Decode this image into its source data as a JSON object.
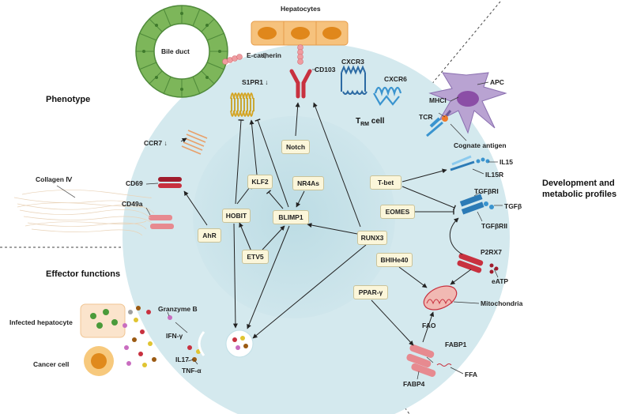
{
  "sections": {
    "phenotype": "Phenotype",
    "effector": "Effector functions",
    "development": "Development and\nmetabolic profiles"
  },
  "cell": {
    "title_main": "T",
    "title_sub": "RM",
    "title_rest": " cell"
  },
  "external": {
    "bile_duct": "Bile duct",
    "hepatocytes": "Hepatocytes",
    "e_cadherin": "E-cadherin",
    "cd103": "CD103",
    "cxcr3": "CXCR3",
    "cxcr6": "CXCR6",
    "apc": "APC",
    "mhci": "MHCI",
    "tcr": "TCR",
    "cognate_antigen": "Cognate antigen",
    "il15": "IL15",
    "il15r": "IL15R",
    "tgfbri": "TGFβRI",
    "tgfb": "TGFβ",
    "tgfbrii": "TGFβRII",
    "p2rx7": "P2RX7",
    "eatp": "eATP",
    "mitochondria": "Mitochondria",
    "fao": "FAO",
    "fabp1": "FABP1",
    "fabp4": "FABP4",
    "ffa": "FFA",
    "s1pr1": "S1PR1 ↓",
    "ccr7": "CCR7 ↓",
    "collagen": "Collagen Ⅳ",
    "cd69": "CD69",
    "cd49a": "CD49a",
    "infected_hepatocyte": "Infected hepatocyte",
    "cancer_cell": "Cancer cell",
    "granzyme_b": "Granzyme B",
    "ifn_g": "IFN-γ",
    "il17": "IL17",
    "tnf_a": "TNF-α"
  },
  "nodes": {
    "notch": "Notch",
    "klf2": "KLF2",
    "nr4as": "NR4As",
    "hobit": "HOBIT",
    "blimp1": "BLIMP1",
    "ahr": "AhR",
    "etv5": "ETV5",
    "runx3": "RUNX3",
    "tbet": "T-bet",
    "eomes": "EOMES",
    "bhlhe40": "BHlHe40",
    "pparg": "PPAR-γ"
  },
  "colors": {
    "cell_outer": "#d4e9ee",
    "cell_inner": "#c0dfe6",
    "node_fill": "#fbf6da",
    "node_border": "#c9c39a",
    "bile_duct": "#7db65a",
    "hepatocyte": "#f6c27d",
    "receptor_red": "#c8313f",
    "receptor_blue": "#2c7bb6",
    "apc": "#b9a3d2"
  }
}
